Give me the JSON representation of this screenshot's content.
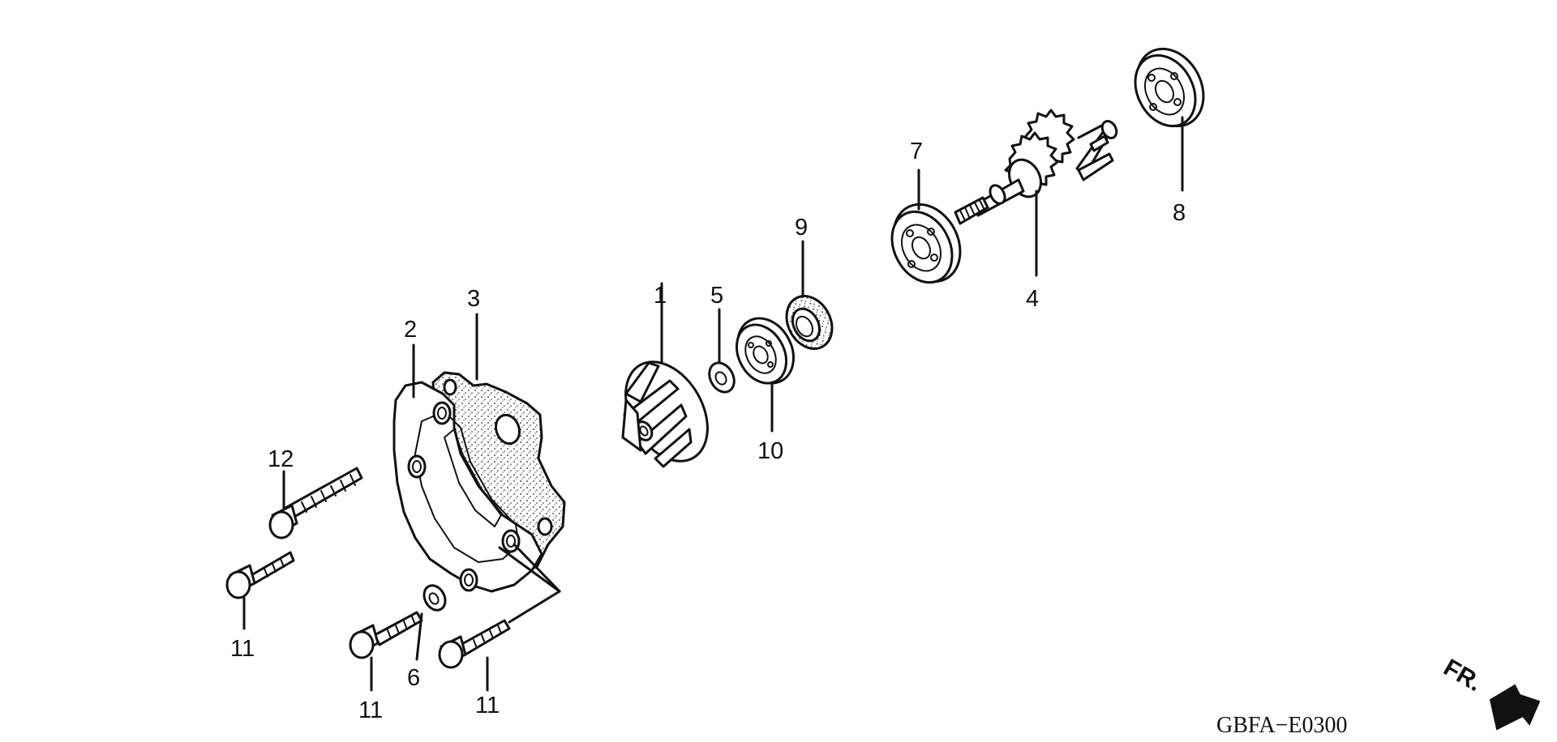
{
  "diagram": {
    "callouts": {
      "c1": "1",
      "c2": "2",
      "c3": "3",
      "c4": "4",
      "c5": "5",
      "c6": "6",
      "c7": "7",
      "c8": "8",
      "c9": "9",
      "c10": "10",
      "c11a": "11",
      "c11b": "11",
      "c11c": "11",
      "c12": "12"
    },
    "code": "GBFA−E0300",
    "front_label": "FR."
  }
}
